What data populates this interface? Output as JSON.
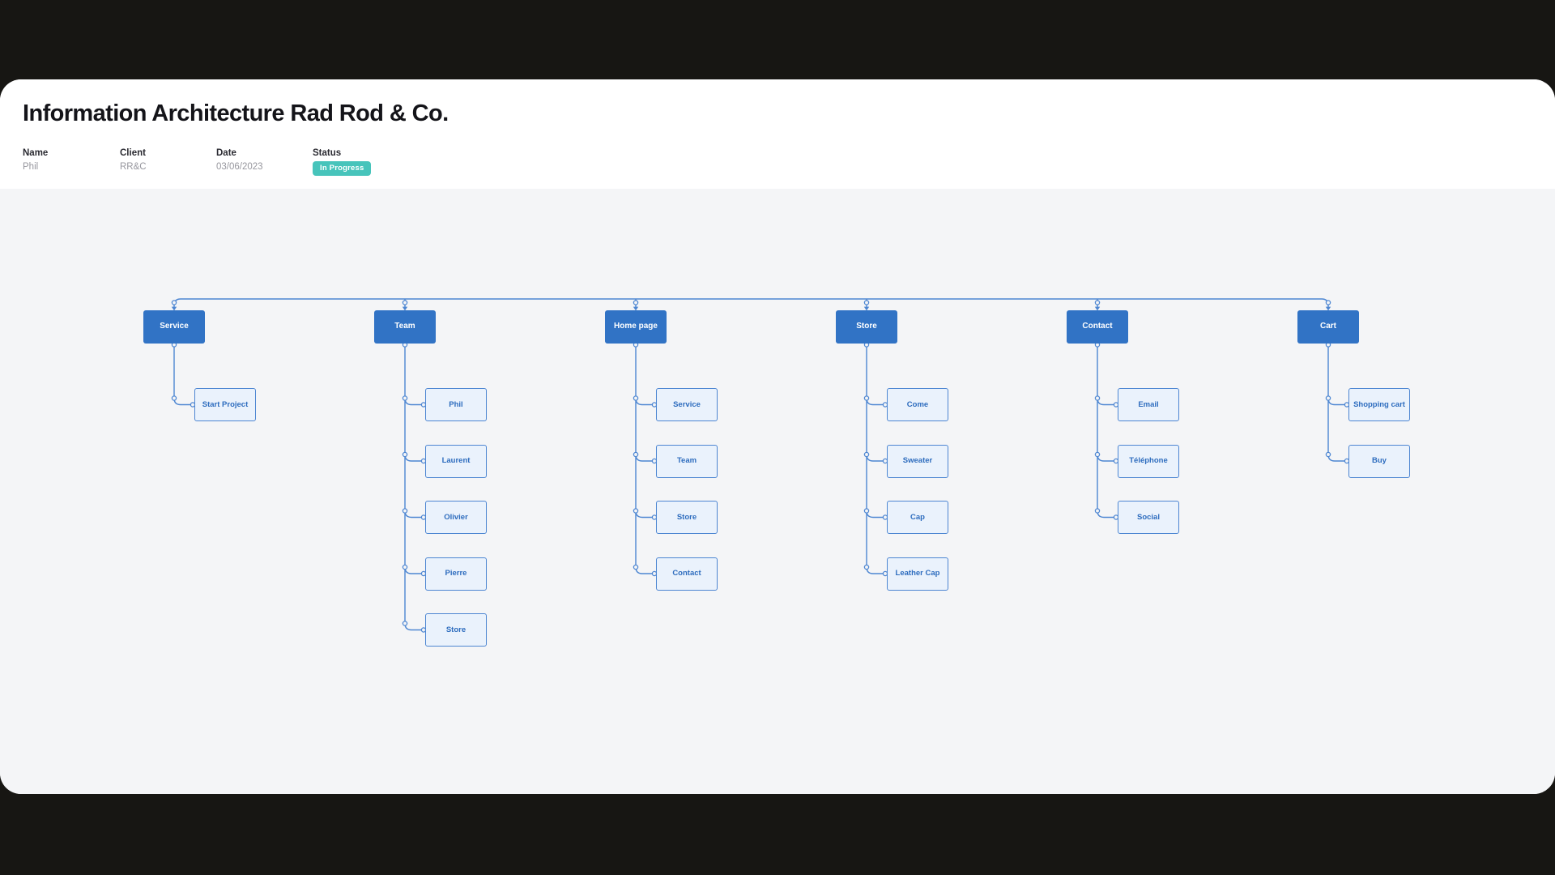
{
  "header": {
    "title": "Information Architecture Rad Rod & Co.",
    "meta": [
      {
        "label": "Name",
        "value": "Phil"
      },
      {
        "label": "Client",
        "value": "RR&C"
      },
      {
        "label": "Date",
        "value": "03/06/2023"
      },
      {
        "label": "Status",
        "value": "In Progress"
      }
    ],
    "status_badge_color": "#47c4bb"
  },
  "chart_data": {
    "type": "tree",
    "title": "Information Architecture Rad Rod & Co.",
    "layout": "six top-level pages in a row joined by a top trunk line; each page's sub-pages stacked vertically below, linked from a dropped spine with dot connectors and down-arrows into page nodes",
    "tree": [
      {
        "label": "Service",
        "children": [
          "Start Project"
        ]
      },
      {
        "label": "Team",
        "children": [
          "Phil",
          "Laurent",
          "Olivier",
          "Pierre",
          "Store"
        ]
      },
      {
        "label": "Home page",
        "children": [
          "Service",
          "Team",
          "Store",
          "Contact"
        ]
      },
      {
        "label": "Store",
        "children": [
          "Come",
          "Sweater",
          "Cap",
          "Leather Cap"
        ]
      },
      {
        "label": "Contact",
        "children": [
          "Email",
          "Téléphone",
          "Social"
        ]
      },
      {
        "label": "Cart",
        "children": [
          "Shopping cart",
          "Buy"
        ]
      }
    ],
    "colors": {
      "parent_fill": "#3173c5",
      "parent_text": "#ffffff",
      "child_fill": "#eaf2fc",
      "child_border": "#4d86d2",
      "child_text": "#2d6cbe",
      "connector": "#4d86d2",
      "canvas_background": "#f4f5f7",
      "page_background": "#171613",
      "card_background": "#ffffff"
    }
  }
}
